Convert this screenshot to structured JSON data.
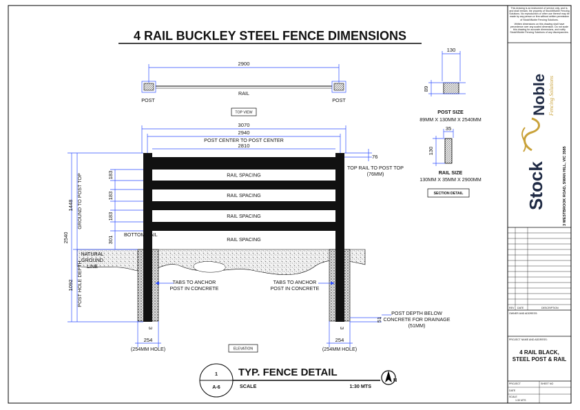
{
  "title": "4 RAIL BUCKLEY STEEL FENCE DIMENSIONS",
  "top_view": {
    "span": "2900",
    "post_left": "POST",
    "post_right": "POST",
    "rail": "RAIL",
    "caption": "TOP VIEW"
  },
  "elevation": {
    "overall": "3070",
    "between": "2940",
    "center_note": "POST CENTER TO POST CENTER",
    "rail_length": "2810",
    "rail_spacing_labels": [
      "RAIL SPACING",
      "RAIL SPACING",
      "RAIL SPACING",
      "RAIL SPACING"
    ],
    "spacing_dims": [
      "183",
      "183",
      "183",
      "301"
    ],
    "bottom_rail": "BOTTOM RAIL",
    "top_rail_dim": "76",
    "top_rail_note_1": "TOP RAIL TO POST TOP",
    "top_rail_note_2": "(76MM)",
    "total_height": "2540",
    "above_ground": "1448",
    "above_ground_label": "GROUND TO POST TOP",
    "below_ground": "1092",
    "below_ground_label": "POST HOLE DEPTH",
    "ground_1": "NATURAL",
    "ground_2": "GROUND",
    "ground_3": "LINE",
    "tabs_1": "TABS TO ANCHOR",
    "tabs_2": "POST IN CONCRETE",
    "drain_dim": "51",
    "drain_1": "POST DEPTH BELOW",
    "drain_2": "CONCRETE FOR DRAINAGE",
    "drain_3": "(51MM)",
    "post_mark": "3",
    "hole_dim": "254",
    "hole_note": "(254MM HOLE)",
    "caption": "ELEVATION"
  },
  "section": {
    "post_w": "130",
    "post_h": "89",
    "post_title": "POST SIZE",
    "post_spec": "89MM X 130MM X 2540MM",
    "rail_w": "35",
    "rail_h": "130",
    "rail_title": "RAIL SIZE",
    "rail_spec": "130MM X 35MM X 2900MM",
    "caption": "SECTION DETAIL"
  },
  "detail_block": {
    "number": "1",
    "sheet": "A-6",
    "title": "TYP. FENCE DETAIL",
    "scale_label": "SCALE",
    "scale_value": "1:30 MTS",
    "north": "N"
  },
  "title_block": {
    "disclaimer_1": "This drawing is an instrument of service only, and is, and shall remain, the property of StockNNoble Fencing Solutions. No reproduction or other use thereof may be made by any person or firm without written permission of StockNNoble Fencing Solutions.",
    "disclaimer_2": "Written dimensions on this drawing shall have precedence over any scaled dimension. Do not scale this drawing for accurate dimensions, and notify StockNNoble Fencing Solutions of any discrepancies.",
    "brand_stock": "Stock",
    "brand_noble": "Noble",
    "brand_sub": "Fencing Solutions",
    "address": "3 WESTBROOK ROAD, SWAN HILL, VIC 3585",
    "rev_col": "REV",
    "date_col": "DATE",
    "desc_col": "DESCRIPTION",
    "owner_label": "OWNER AND ADDRESS:",
    "project_label": "PROJECT NAME AND ADDRESS:",
    "project_1": "4 RAIL BLACK,",
    "project_2": "STEEL POST & RAIL",
    "project_row": "PROJECT",
    "sheet_row": "SHEET NO",
    "date_row": "DATE",
    "scale_row": "SCALE",
    "scale_value": "1:30 MTS"
  },
  "colors": {
    "post": "#111111",
    "dimension": "#2b4cff",
    "brand_dark": "#1f2a44",
    "brand_gold": "#c9a23a"
  }
}
